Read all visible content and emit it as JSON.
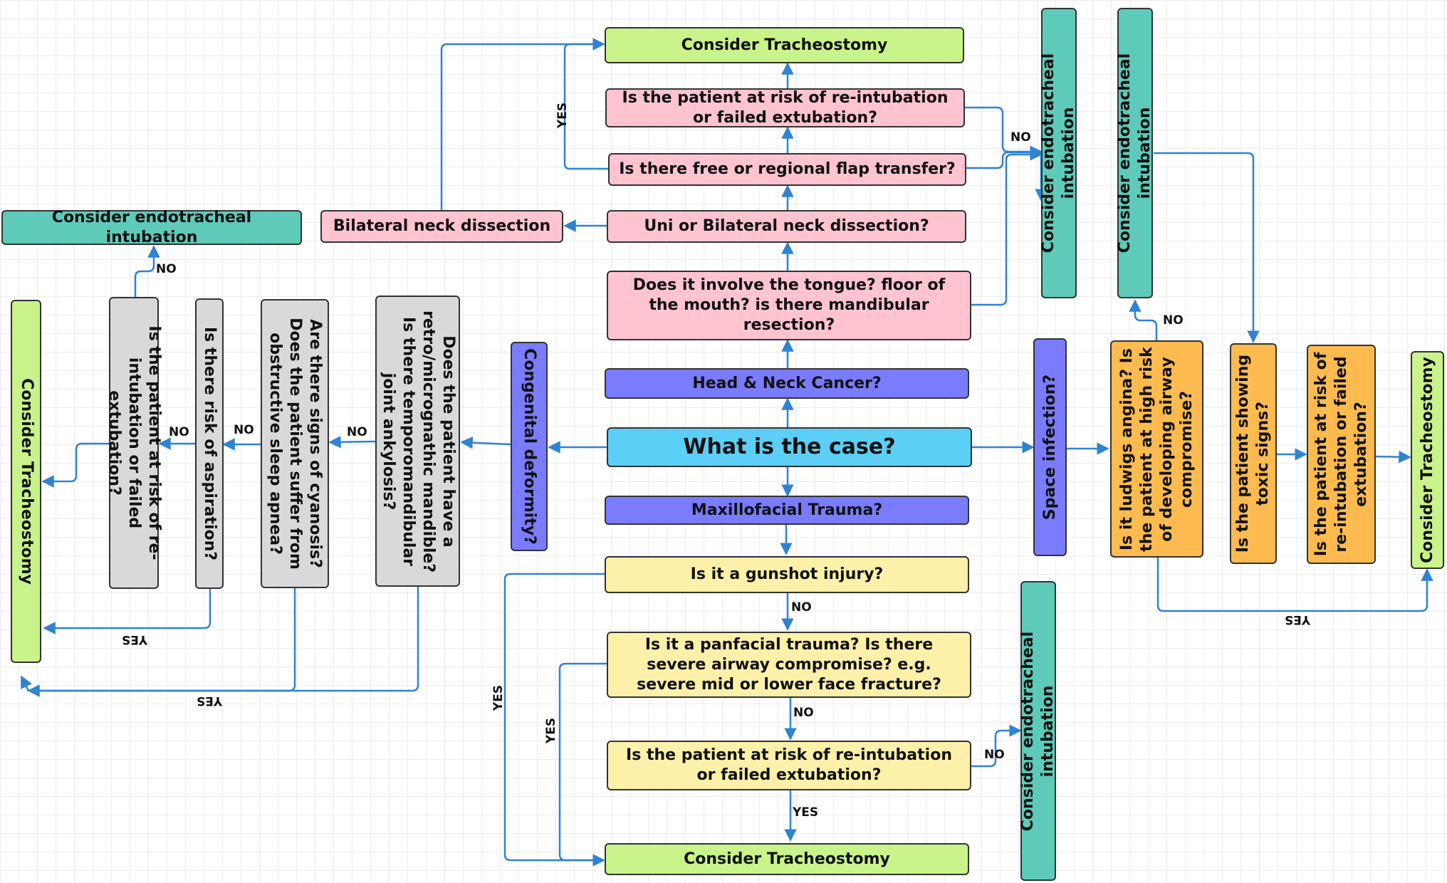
{
  "nodes": {
    "what_is_the_case": "What is the case?",
    "head_neck_cancer": "Head & Neck Cancer?",
    "maxillofacial_trauma": "Maxillofacial Trauma?",
    "congenital_deformity": "Congenital deformity?",
    "space_infection": "Space infection?",
    "tongue_floor": "Does it involve the tongue? floor of the mouth? is there mandibular resection?",
    "uni_bilateral": "Uni or Bilateral neck dissection?",
    "bilateral_dissection": "Bilateral neck dissection",
    "flap_transfer": "Is there free or regional flap transfer?",
    "risk_reintubation_top": "Is the patient at risk of re-intubation or failed extubation?",
    "trach_top": "Consider Tracheostomy",
    "endo_top_left": "Consider endotracheal intubation",
    "endo_vertical_center": "Consider endotracheal intubation",
    "endo_vertical_right": "Consider endotracheal intubation",
    "retro_micrognathic": "Does the patient have a retro/micrognathic mandible? Is there temporomandibular joint ankylosis?",
    "cyanosis": "Are there signs of cyanosis? Does the patient suffer from obstructive sleep apnea?",
    "aspiration": "Is there risk of aspiration?",
    "risk_reintubation_left": "Is the patient at risk of re-intubation or failed extubation?",
    "trach_left": "Consider Tracheostomy",
    "gunshot": "Is it a gunshot injury?",
    "panfacial": "Is it a panfacial trauma? Is there severe airway compromise? e.g. severe mid or lower face fracture?",
    "risk_reintubation_bottom": "Is the patient at risk of re-intubation or failed extubation?",
    "trach_bottom": "Consider Tracheostomy",
    "endo_vertical_bottom": "Consider endotracheal intubation",
    "ludwigs": "Is it ludwigs angina? Is the patient at high risk of developing airway compromise?",
    "toxic_signs": "Is the patient showing toxic signs?",
    "risk_reintubation_right": "Is the patient at risk of re-intubation or failed extubation?",
    "trach_right": "Consider Tracheostomy"
  },
  "labels": {
    "yes": "YES",
    "no": "NO"
  },
  "colors": {
    "edge": "#2f83d1",
    "pink": "#ffc4d0",
    "green": "#c9f38b",
    "teal": "#5ecab9",
    "violet": "#7a7cff",
    "cyan": "#5ccff7",
    "yellow": "#fdf0a8",
    "grey": "#d9d9d9",
    "orange": "#fdbb4f"
  }
}
